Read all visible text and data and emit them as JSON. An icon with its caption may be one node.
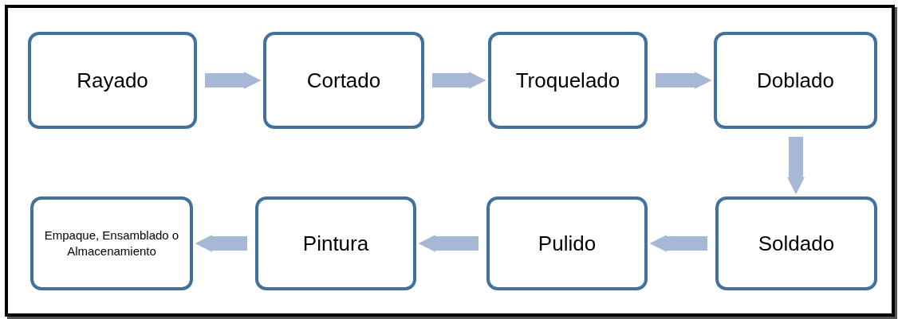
{
  "diagram": {
    "nodes": [
      {
        "text": [
          "Rayado"
        ]
      },
      {
        "text": [
          "Cortado"
        ]
      },
      {
        "text": [
          "Troquelado"
        ]
      },
      {
        "text": [
          "Doblado"
        ]
      },
      {
        "text": [
          "Soldado"
        ]
      },
      {
        "text": [
          "Pulido"
        ]
      },
      {
        "text": [
          "Pintura"
        ]
      },
      {
        "text": [
          "Empaque, Ensamblado o Almacenamiento"
        ]
      }
    ],
    "edges": [
      {
        "from": 0,
        "to": 1,
        "arrow": "to"
      },
      {
        "from": 1,
        "to": 2,
        "arrow": "to"
      },
      {
        "from": 2,
        "to": 3,
        "arrow": "to"
      },
      {
        "from": 3,
        "to": 4,
        "arrow": "to"
      },
      {
        "from": 4,
        "to": 5,
        "arrow": "to"
      },
      {
        "from": 5,
        "to": 6,
        "arrow": "to"
      },
      {
        "from": 6,
        "to": 7,
        "arrow": "to"
      }
    ]
  }
}
